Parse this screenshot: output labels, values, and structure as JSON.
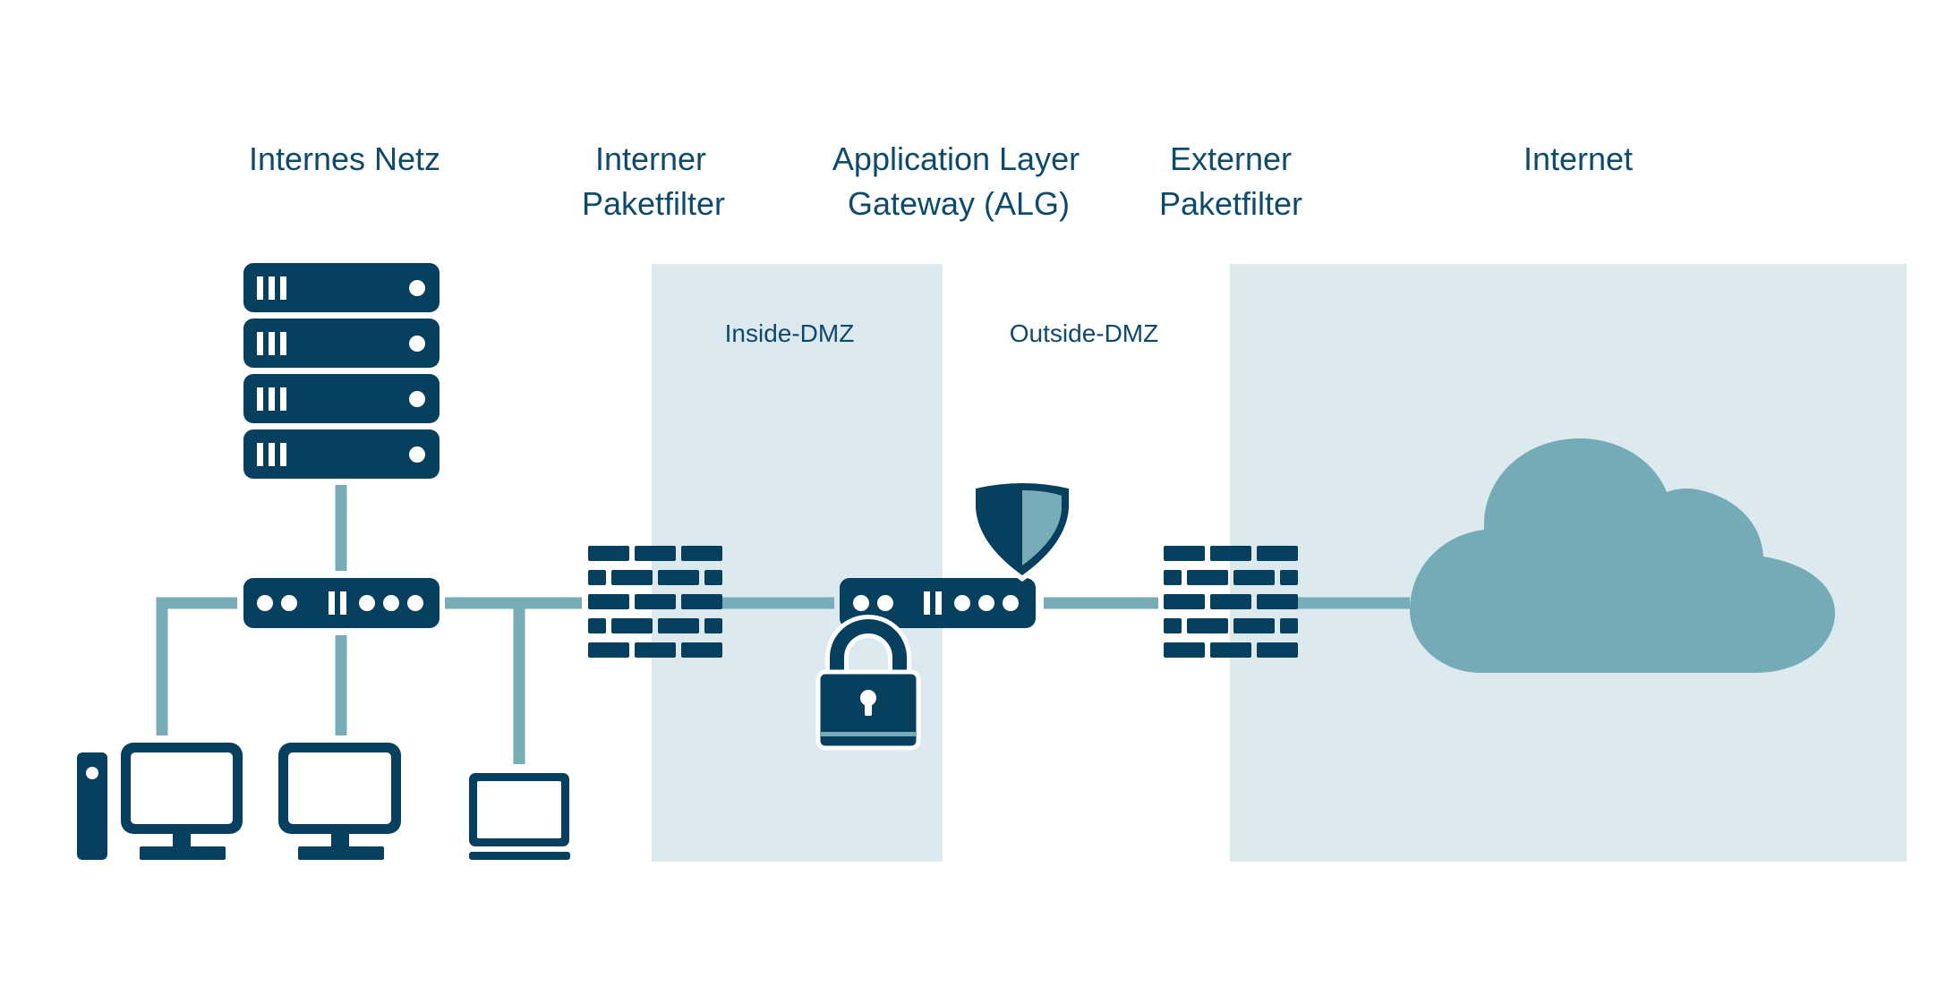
{
  "headings": {
    "internal_network": "Internes Netz",
    "internal_filter": [
      "Interner",
      "Paketfilter"
    ],
    "alg": [
      "Application Layer",
      "Gateway (ALG)"
    ],
    "external_filter": [
      "Externer",
      "Paketfilter"
    ],
    "internet": "Internet"
  },
  "zones": {
    "inside_dmz": "Inside-DMZ",
    "outside_dmz": "Outside-DMZ"
  },
  "colors": {
    "dark": "#07405f",
    "link": "#78adb8",
    "zone_fill": "#dce9ee",
    "cloud": "#75abb6",
    "text": "#0d4a6b"
  },
  "icons": [
    "server-rack-icon",
    "network-switch-icon",
    "desktop-tower-icon",
    "monitor-icon",
    "laptop-icon",
    "firewall-icon",
    "gateway-device-icon",
    "padlock-icon",
    "shield-icon",
    "cloud-icon"
  ]
}
